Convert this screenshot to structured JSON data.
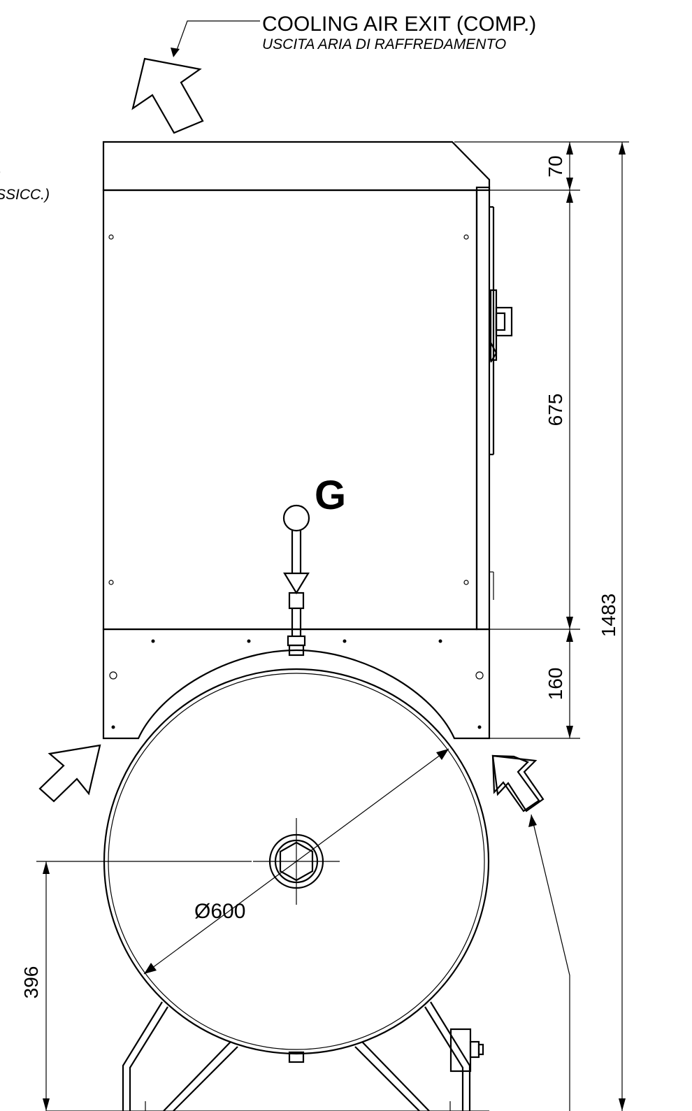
{
  "labels": {
    "cooling_exit_en": "COOLING AIR EXIT (COMP.)",
    "cooling_exit_it": "USCITA ARIA DI RAFFREDAMENTO",
    "left_partial_paren": ")",
    "left_partial_it": "SSICC.)",
    "point_g": "G"
  },
  "dimensions": {
    "top_cover": "70",
    "cabinet": "675",
    "base_frame": "160",
    "overall_height": "1483",
    "axis_height": "396",
    "tank_diameter": "Ø600"
  }
}
